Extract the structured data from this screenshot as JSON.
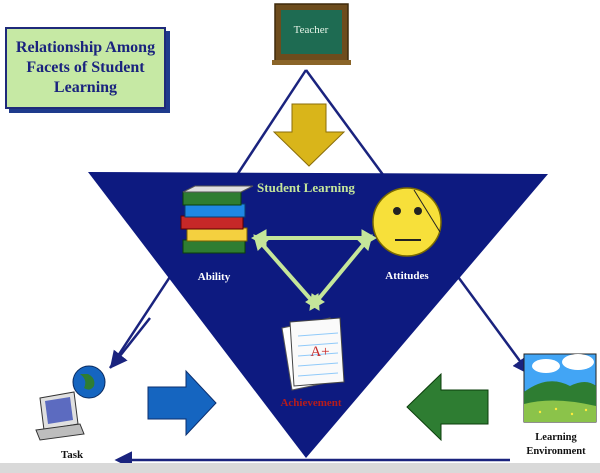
{
  "title": "Relationship Among\nFacets of Student\nLearning",
  "center_title": "Student Learning",
  "nodes": {
    "teacher": "Teacher",
    "ability": "Ability",
    "attitudes": "Attitudes",
    "achievement": "Achievement",
    "grade": "A+",
    "task": "Task",
    "learning_environment_line1": "Learning",
    "learning_environment_line2": "Environment"
  },
  "colors": {
    "triangle": "#0d1a80",
    "outline": "#1a237e",
    "teacher_arrow": "#d9b51a",
    "task_arrow": "#1565c0",
    "env_arrow": "#2e7d32",
    "inner_arrows": "#c5e69a",
    "center_title": "#c5e69a",
    "achievement": "#b71c1c"
  },
  "icons": [
    "chalkboard-icon",
    "books-icon",
    "smiley-face-icon",
    "paper-grade-icon",
    "computer-globe-icon",
    "landscape-icon"
  ]
}
